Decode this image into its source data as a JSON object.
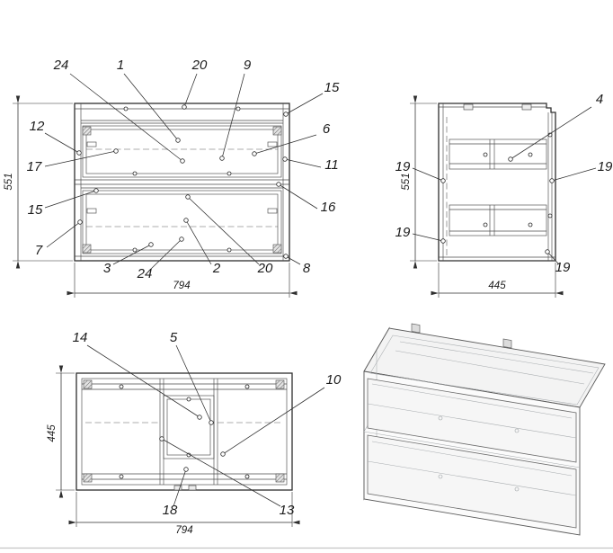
{
  "drawing": {
    "background": "#ffffff",
    "line_color": "#2e2e2e",
    "views": {
      "front": {
        "callouts": [
          "24",
          "1",
          "20",
          "9",
          "15",
          "6",
          "11",
          "16",
          "8",
          "20",
          "2",
          "24",
          "3",
          "7",
          "15",
          "17",
          "12"
        ],
        "dims": {
          "width": "794",
          "height": "551"
        }
      },
      "side": {
        "callouts": [
          "4",
          "19",
          "19",
          "19",
          "19"
        ],
        "dims": {
          "width": "445",
          "height": "551"
        }
      },
      "plan": {
        "callouts": [
          "14",
          "5",
          "10",
          "18",
          "13"
        ],
        "dims": {
          "width": "794",
          "height": "445"
        }
      }
    }
  }
}
